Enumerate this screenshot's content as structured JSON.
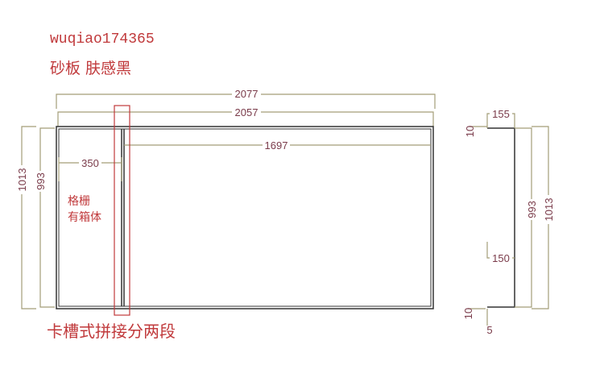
{
  "header": {
    "code": "wuqiao174365",
    "material": "砂板 肤感黑"
  },
  "front_view": {
    "dims": {
      "overall_width": "2077",
      "inner_width": "2057",
      "right_section": "1697",
      "left_section": "350",
      "overall_height": "1013",
      "inner_height": "993"
    },
    "note_lines": [
      "格栅",
      "有箱体"
    ],
    "bottom_note": "卡槽式拼接分两段"
  },
  "side_view": {
    "dims": {
      "top_depth": "155",
      "top_lip": "10",
      "mid_depth": "150",
      "bottom_lip": "10",
      "bottom_gap": "5",
      "inner_height": "993",
      "overall_height": "1013"
    }
  },
  "colors": {
    "annotation": "#c0393b",
    "dimension": "#a39e78",
    "outline": "#333333"
  }
}
